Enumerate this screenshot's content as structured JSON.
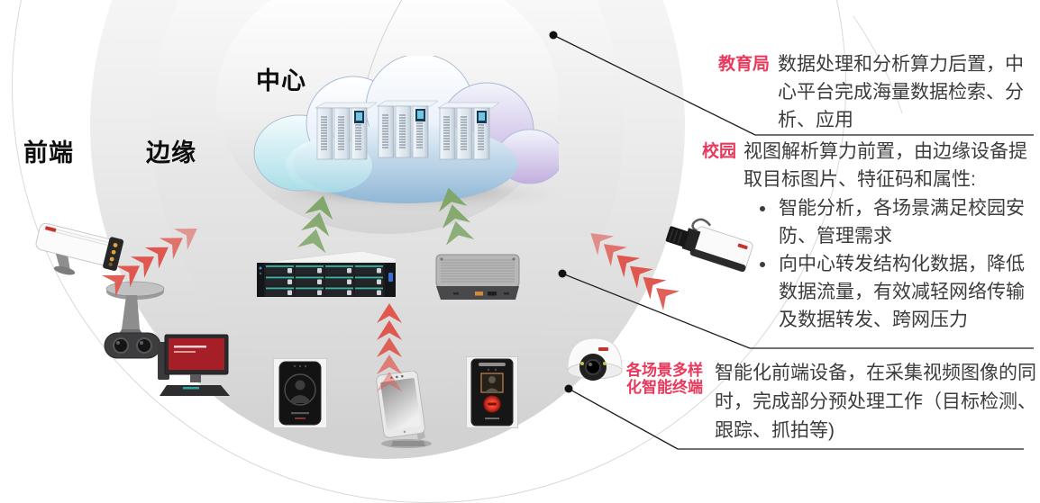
{
  "zones": {
    "front": "前端",
    "edge": "边缘",
    "center": "中心"
  },
  "annotations": [
    {
      "label": "教育局",
      "text": "数据处理和分析算力后置，中心平台完成海量数据检索、分析、应用"
    },
    {
      "label": "校园",
      "intro": "视图解析算力前置，由边缘设备提取目标图片、特征码和属性:",
      "bullets": [
        "智能分析，各场景满足校园安防、管理需求",
        "向中心转发结构化数据，降低数据流量，有效减轻网络传输及数据转发、跨网压力"
      ]
    },
    {
      "label": "各场景多样化智能终端",
      "text": "智能化前端设备，在采集视频图像的同时，完成部分预处理工作（目标检测、跟踪、抓拍等)"
    }
  ],
  "colors": {
    "label_red": "#e8395c",
    "arrow_red": "#df574f",
    "arrow_green": "#7da465",
    "body_text": "#3c3c3c"
  },
  "devices": [
    "bullet-camera",
    "dual-lens-camera",
    "workstation-terminal",
    "rack-server",
    "edge-computing-box",
    "face-recognition-terminal",
    "face-recognition-tablet",
    "face-recognition-intercom",
    "box-camera",
    "dome-camera",
    "cloud-datacenter"
  ]
}
